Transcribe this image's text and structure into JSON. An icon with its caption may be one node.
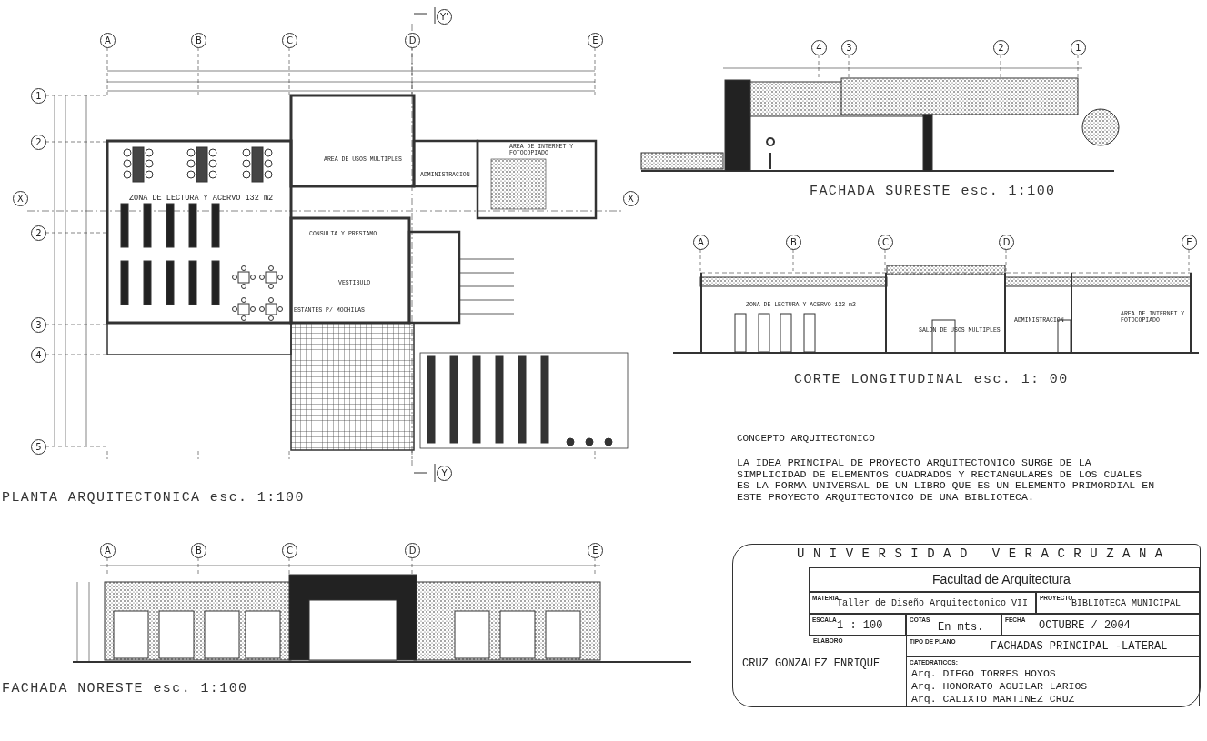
{
  "diagram": {
    "nodes": [
      {
        "text": [
          "UNIVERSIDAD VERACRUZANA"
        ]
      },
      {
        "text": [
          "Facultad de Arquitectura"
        ],
        "in": 0
      },
      {
        "text": [
          "MATERIA",
          "Taller de Diseño Arquitectonico VII"
        ],
        "in": 0
      },
      {
        "text": [
          "PROYECTO",
          "BIBLIOTECA MUNICIPAL"
        ],
        "in": 0
      },
      {
        "text": [
          "ESCALA",
          "1 : 100"
        ],
        "in": 0
      },
      {
        "text": [
          "COTAS",
          "En mts."
        ],
        "in": 0
      },
      {
        "text": [
          "FECHA",
          "OCTUBRE / 2004"
        ],
        "in": 0
      },
      {
        "text": [
          "ELABORO",
          "CRUZ GONZALEZ ENRIQUE"
        ],
        "in": 0
      },
      {
        "text": [
          "TIPO DE PLANO",
          "FACHADAS PRINCIPAL -LATERAL"
        ],
        "in": 0
      },
      {
        "text": [
          "CATEDRATICOS:",
          "Arq. DIEGO TORRES HOYOS",
          "Arq. HONORATO AGUILAR LARIOS",
          "Arq. CALIXTO MARTINEZ CRUZ"
        ],
        "in": 0
      }
    ],
    "labels": [
      "Y'",
      "A",
      "B",
      "C",
      "D",
      "E",
      "4",
      "3",
      "2",
      "1",
      "1",
      "2",
      "ZONA DE LECTURA Y ACERVO 132 m2",
      "AREA DE USOS MULTIPLES",
      "ADMINISTRACION",
      "AREA DE INTERNET Y FOTOCOPIADO",
      "FACHADA SURESTE esc. 1:100",
      "X",
      "X",
      "2",
      "CONSULTA Y PRESTAMO",
      "A",
      "B",
      "C",
      "D",
      "E",
      "VESTIBULO",
      "ZONA DE LECTURA Y ACERVO 132 m2",
      "ESTANTES P/ MOCHILAS",
      "SALON DE USOS MULTIPLES",
      "ADMINISTRACION",
      "AREA DE INTERNET Y FOTOCOPIADO",
      "3",
      "4",
      "CORTE LONGITUDINAL esc. 1: 00",
      "CONCEPTO ARQUITECTONICO",
      "LA IDEA PRINCIPAL DE PROYECTO ARQUITECTONICO SURGE DE LA SIMPLICIDAD DE ELEMENTOS CUADRADOS Y RECTANGULARES DE LOS CUALES ES LA FORMA UNIVERSAL DE UN LIBRO QUE ES UN ELEMENTO PRIMORDIAL EN ESTE PROYECTO ARQUITECTONICO DE UNA BIBLIOTECA.",
      "5",
      "Y",
      "PLANTA ARQUITECTONICA esc. 1:100",
      "A",
      "B",
      "C",
      "D",
      "E",
      "FACHADA NORESTE esc. 1:100"
    ]
  }
}
